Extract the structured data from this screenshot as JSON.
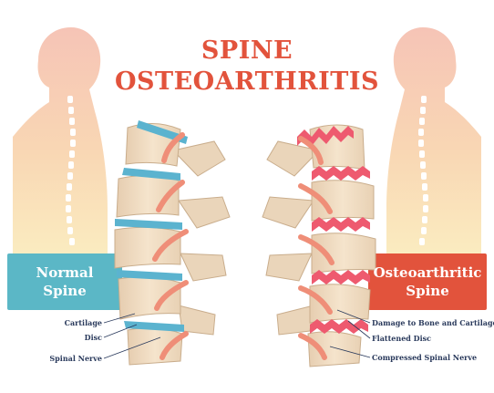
{
  "title": {
    "line1": "SPINE",
    "line2": "OSTEOARTHRITIS"
  },
  "panels": {
    "normal": {
      "line1": "Normal",
      "line2": "Spine"
    },
    "osteo": {
      "line1": "Osteoarthritic",
      "line2": "Spine"
    }
  },
  "labels_left": {
    "cartilage": "Cartilage",
    "disc": "Disc",
    "spinal_nerve": "Spinal Nerve"
  },
  "labels_right": {
    "damage": "Damage to Bone and Cartilage",
    "flattened_disc": "Flattened Disc",
    "compressed_nerve": "Compressed Spinal Nerve"
  },
  "colors": {
    "title": "#e2533c",
    "normal_panel": "#5bb7c6",
    "osteo_panel": "#e2533c",
    "cartilage_normal": "#5bb3cf",
    "cartilage_damaged": "#ee5a6f",
    "bone": "#f0dcc3",
    "nerve": "#ef8e78"
  }
}
